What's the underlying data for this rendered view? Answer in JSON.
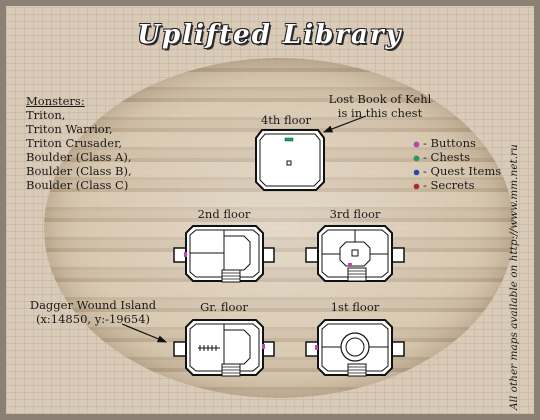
{
  "title": "Uplifted Library",
  "monsters": {
    "heading": "Monsters:",
    "items": [
      "Triton,",
      "Triton Warrior,",
      "Triton Crusader,",
      "Boulder (Class A),",
      "Boulder (Class B),",
      "Boulder (Class C)"
    ]
  },
  "annotations": {
    "lost_book_line1": "Lost Book of Kehl",
    "lost_book_line2": "is in this chest",
    "dagger_line1": "Dagger Wound Island",
    "dagger_line2": "(x:14850, y:-19654)"
  },
  "floors": {
    "fourth": "4th floor",
    "second": "2nd floor",
    "third": "3rd floor",
    "ground": "Gr. floor",
    "first": "1st floor"
  },
  "legend": [
    {
      "label": "- Buttons",
      "color": "#c040c0",
      "icon": "button-dot"
    },
    {
      "label": "- Chests",
      "color": "#1aa060",
      "icon": "chest-dot"
    },
    {
      "label": "- Quest Items",
      "color": "#2040d0",
      "icon": "quest-item-dot"
    },
    {
      "label": "- Secrets",
      "color": "#c02020",
      "icon": "secret-dot"
    }
  ],
  "sidenote": "All other maps available on http://www.mm.net.ru"
}
